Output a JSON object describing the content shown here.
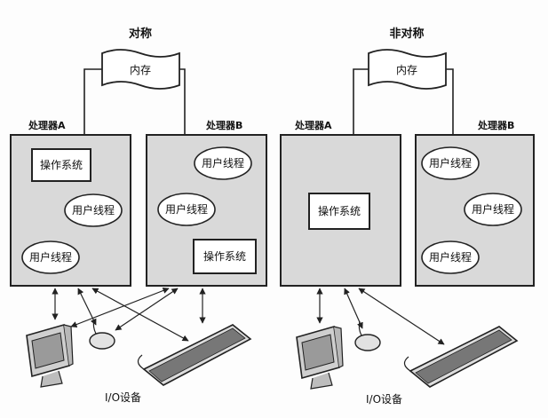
{
  "left": {
    "title": "对称",
    "memory": "内存",
    "processor_a": {
      "label": "处理器A",
      "os": "操作系统",
      "threads": [
        "用户线程",
        "用户线程"
      ]
    },
    "processor_b": {
      "label": "处理器B",
      "threads": [
        "用户线程",
        "用户线程"
      ],
      "os": "操作系统"
    },
    "io_label": "I/O设备"
  },
  "right": {
    "title": "非对称",
    "memory": "内存",
    "processor_a": {
      "label": "处理器A",
      "os": "操作系统"
    },
    "processor_b": {
      "label": "处理器B",
      "threads": [
        "用户线程",
        "用户线程",
        "用户线程"
      ]
    },
    "io_label": "I/O设备"
  },
  "colors": {
    "panel": "#d9d9d9",
    "stroke": "#222222",
    "box": "#ffffff"
  }
}
